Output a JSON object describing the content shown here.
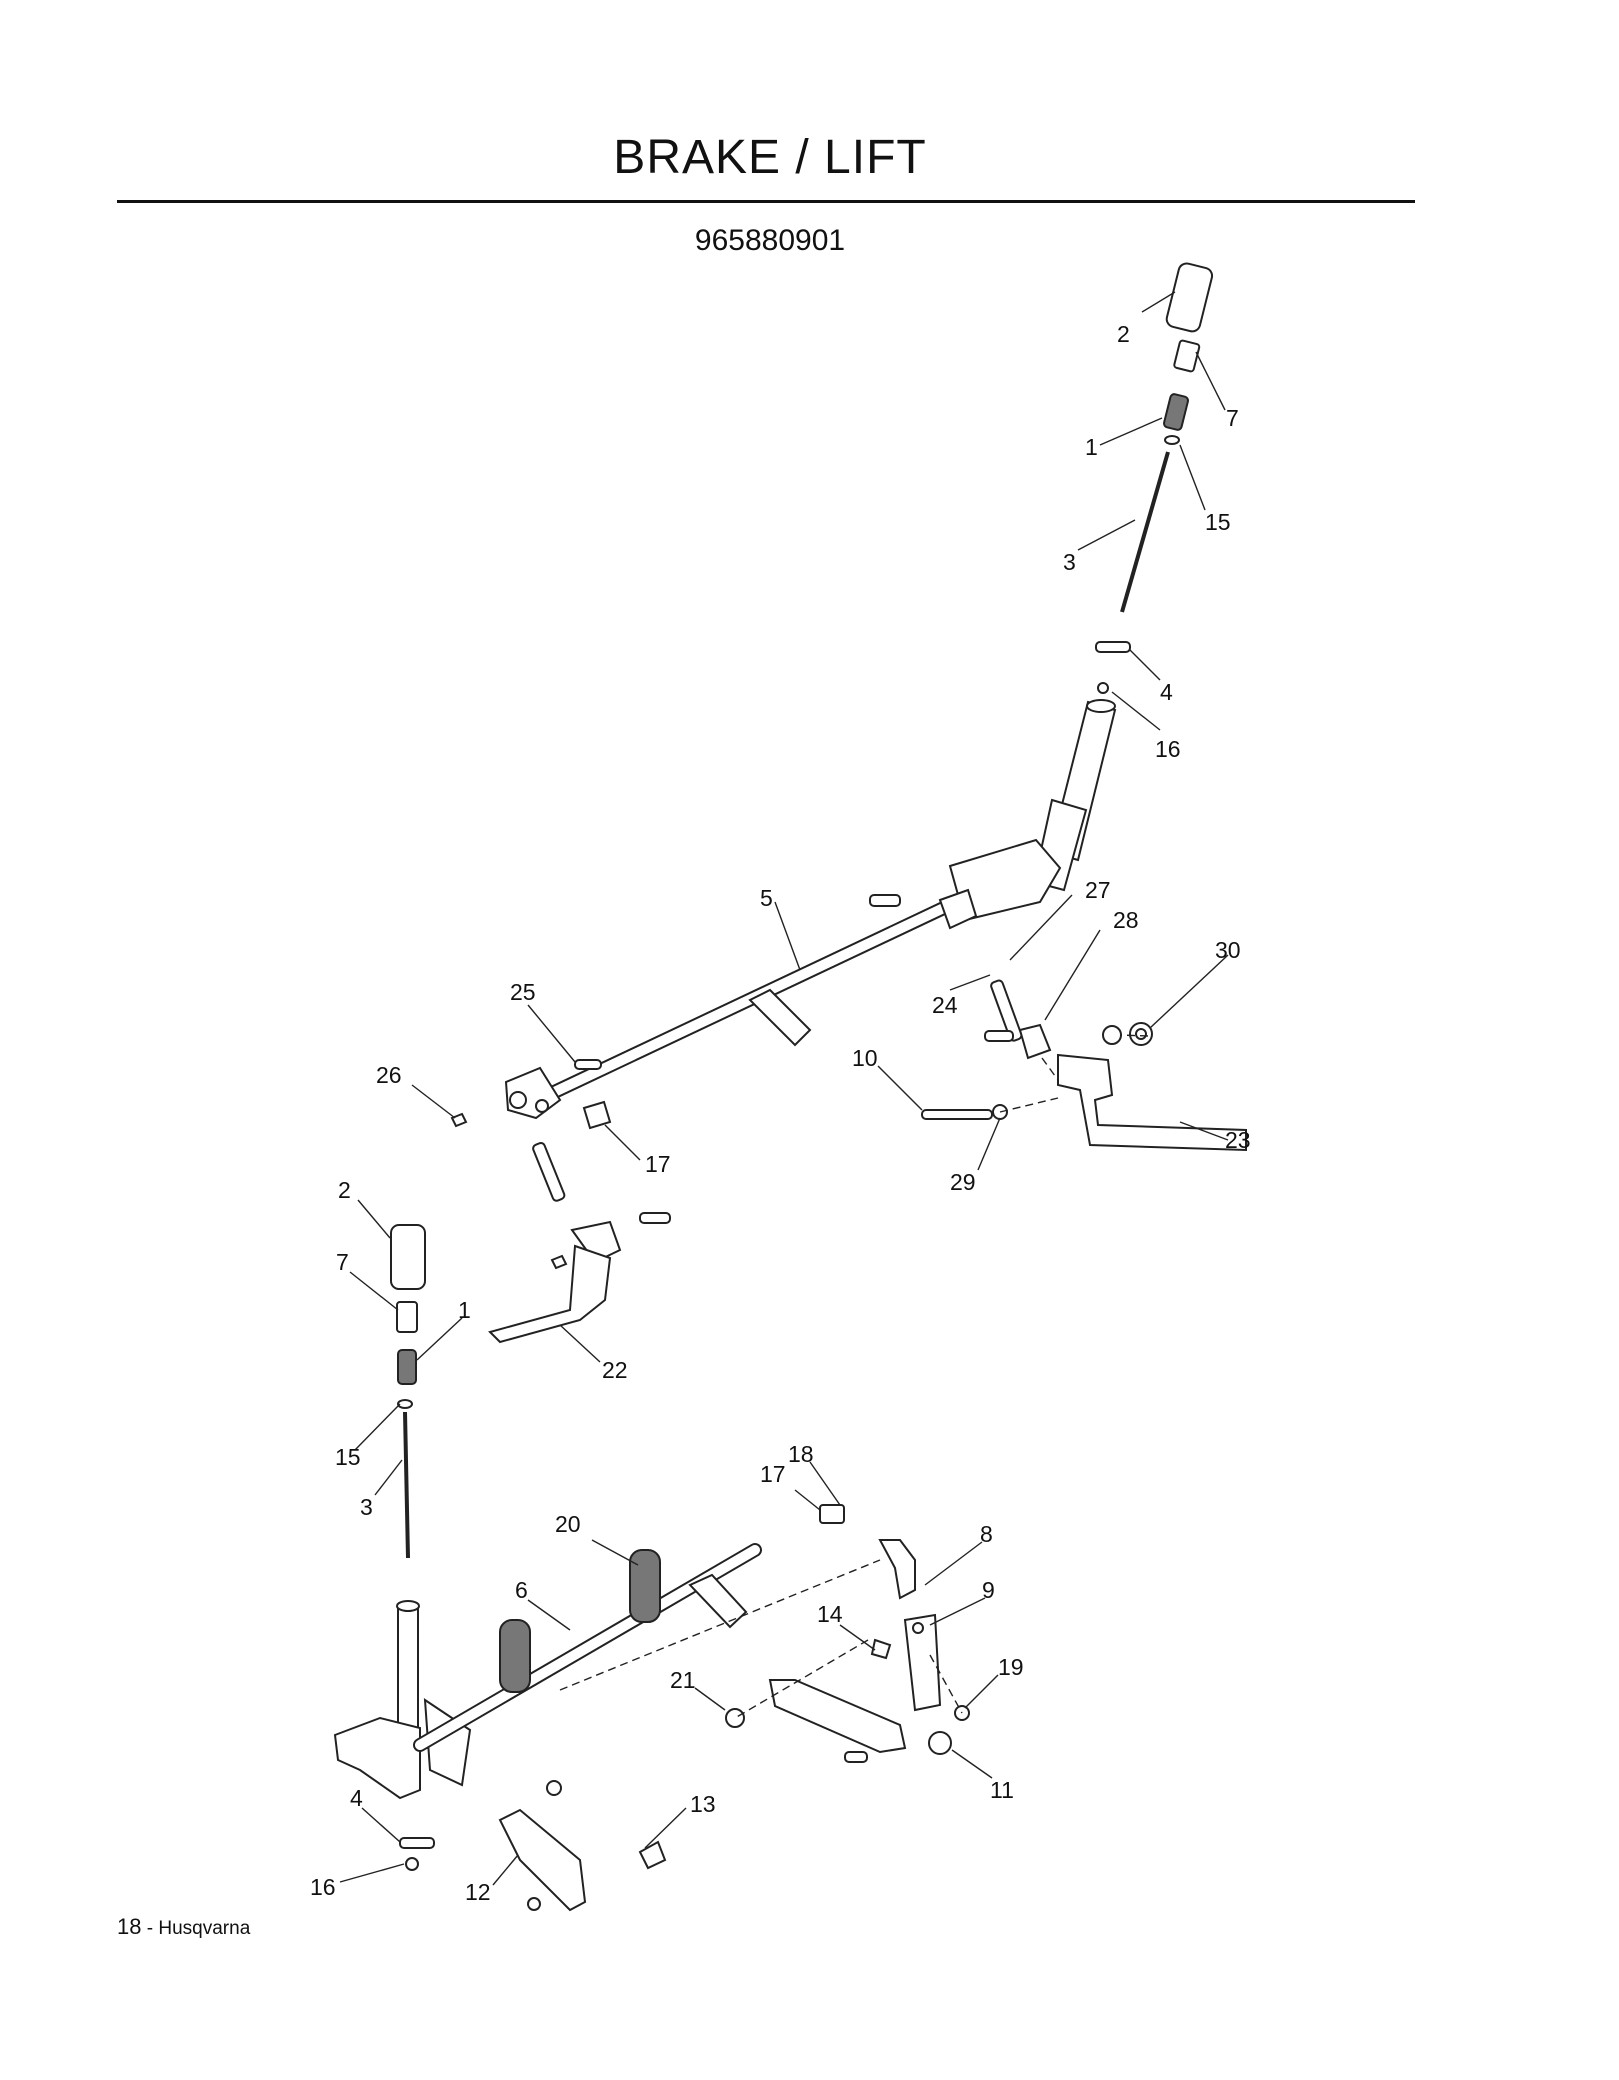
{
  "header": {
    "title": "BRAKE / LIFT",
    "model_number": "965880901"
  },
  "footer": {
    "page_number": "18",
    "separator": " - ",
    "brand": "Husqvarna"
  },
  "callouts": [
    {
      "id": "c-2-top",
      "label": "2"
    },
    {
      "id": "c-7-top",
      "label": "7"
    },
    {
      "id": "c-1-top",
      "label": "1"
    },
    {
      "id": "c-15-top",
      "label": "15"
    },
    {
      "id": "c-3-top",
      "label": "3"
    },
    {
      "id": "c-4-top",
      "label": "4"
    },
    {
      "id": "c-16-top",
      "label": "16"
    },
    {
      "id": "c-5",
      "label": "5"
    },
    {
      "id": "c-27",
      "label": "27"
    },
    {
      "id": "c-28",
      "label": "28"
    },
    {
      "id": "c-30",
      "label": "30"
    },
    {
      "id": "c-24",
      "label": "24"
    },
    {
      "id": "c-25",
      "label": "25"
    },
    {
      "id": "c-26",
      "label": "26"
    },
    {
      "id": "c-10",
      "label": "10"
    },
    {
      "id": "c-17-mid",
      "label": "17"
    },
    {
      "id": "c-29",
      "label": "29"
    },
    {
      "id": "c-23",
      "label": "23"
    },
    {
      "id": "c-2-bot",
      "label": "2"
    },
    {
      "id": "c-7-bot",
      "label": "7"
    },
    {
      "id": "c-1-bot",
      "label": "1"
    },
    {
      "id": "c-22",
      "label": "22"
    },
    {
      "id": "c-15-bot",
      "label": "15"
    },
    {
      "id": "c-3-bot",
      "label": "3"
    },
    {
      "id": "c-18",
      "label": "18"
    },
    {
      "id": "c-17-bot",
      "label": "17"
    },
    {
      "id": "c-20",
      "label": "20"
    },
    {
      "id": "c-8",
      "label": "8"
    },
    {
      "id": "c-6",
      "label": "6"
    },
    {
      "id": "c-9",
      "label": "9"
    },
    {
      "id": "c-14",
      "label": "14"
    },
    {
      "id": "c-21",
      "label": "21"
    },
    {
      "id": "c-19",
      "label": "19"
    },
    {
      "id": "c-11",
      "label": "11"
    },
    {
      "id": "c-13",
      "label": "13"
    },
    {
      "id": "c-4-bot",
      "label": "4"
    },
    {
      "id": "c-16-bot",
      "label": "16"
    },
    {
      "id": "c-12",
      "label": "12"
    }
  ]
}
